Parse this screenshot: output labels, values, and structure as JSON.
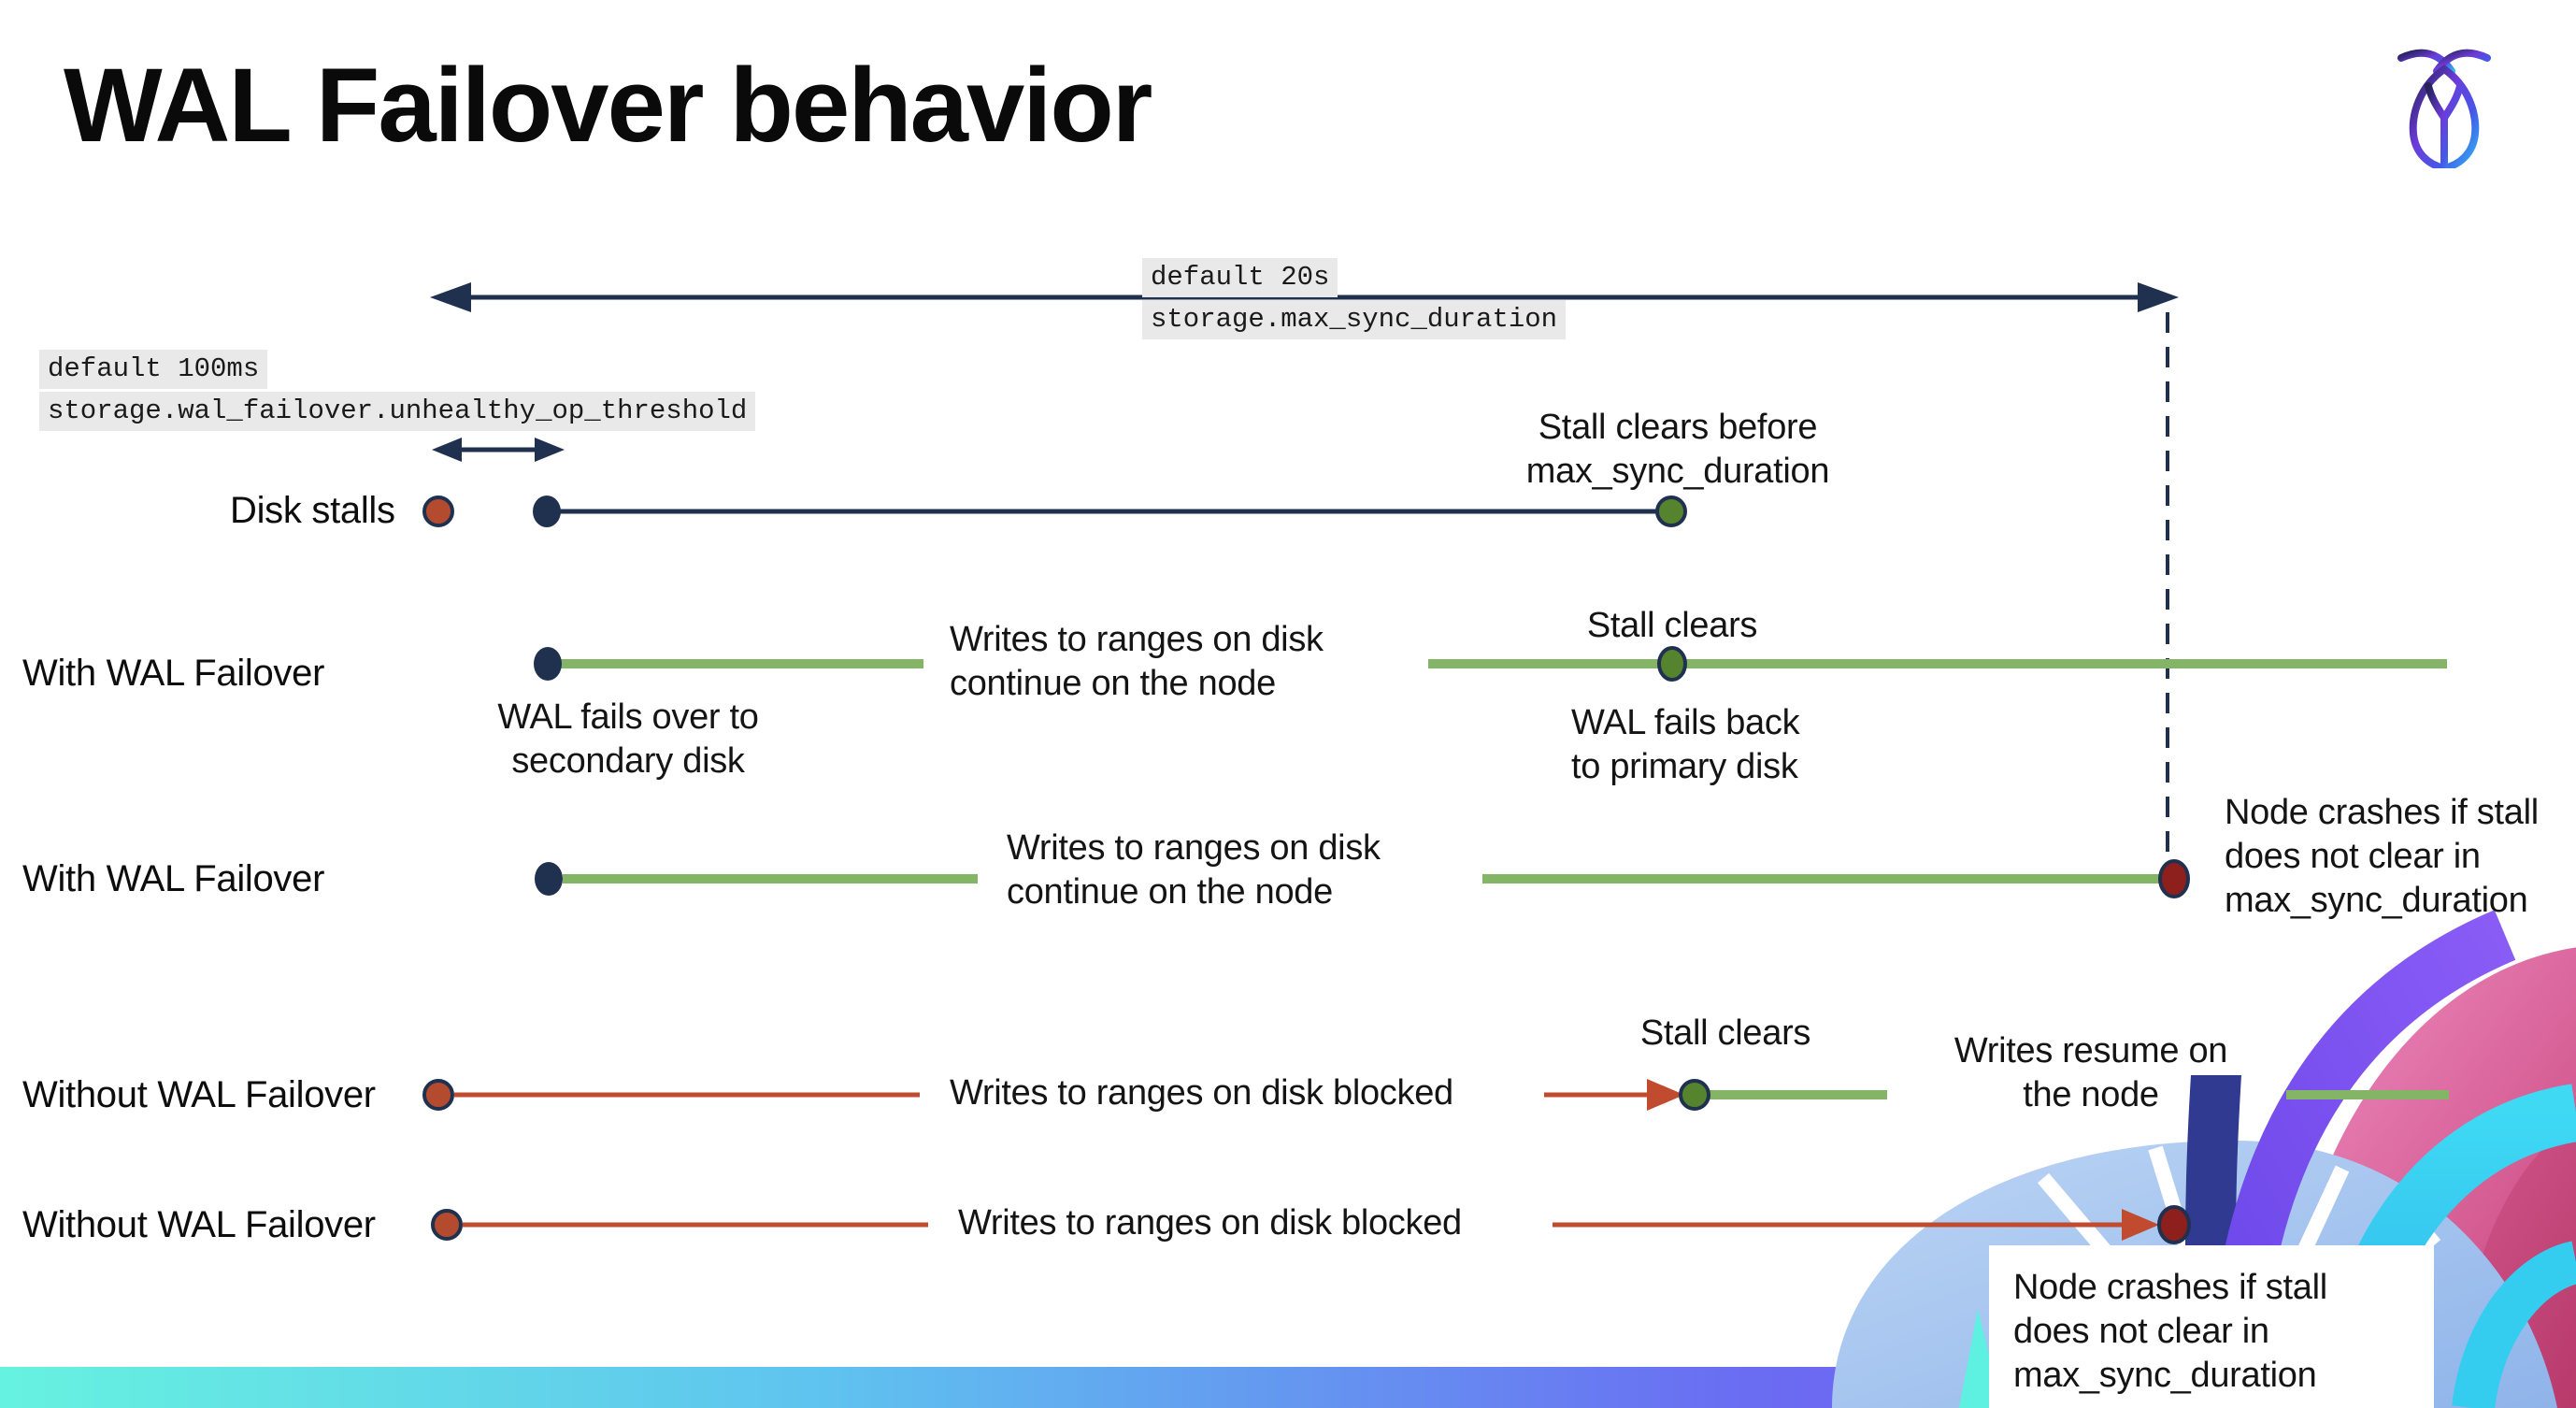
{
  "title": "WAL Failover behavior",
  "icons": {
    "logo": "cockroachdb-logo",
    "top_span_arrow": "double-arrow",
    "threshold_arrow": "double-arrow",
    "crash_link": "dashed-drop-line"
  },
  "durations": {
    "max_sync": {
      "default_label": "default 20s",
      "setting": "storage.max_sync_duration"
    },
    "unhealthy_op": {
      "default_label": "default 100ms",
      "setting": "storage.wal_failover.unhealthy_op_threshold"
    }
  },
  "rows": [
    {
      "label": "Disk stalls",
      "stall_note": [
        "Stall clears before",
        "max_sync_duration"
      ]
    },
    {
      "label": "With WAL Failover",
      "failover_note": [
        "WAL fails over to",
        "secondary disk"
      ],
      "writes_note": [
        "Writes to ranges on disk",
        "continue on the node"
      ],
      "stall_note": "Stall clears",
      "failback_note": [
        "WAL fails  back",
        "to primary disk"
      ]
    },
    {
      "label": "With WAL Failover",
      "writes_note": [
        "Writes to ranges on disk",
        "continue on the node"
      ],
      "crash_note": [
        "Node crashes if stall",
        "does not clear in",
        "max_sync_duration"
      ]
    },
    {
      "label": "Without WAL Failover",
      "blocked_note": "Writes to ranges on disk  blocked",
      "stall_note": "Stall clears",
      "resume_note": [
        "Writes resume on",
        "the node"
      ]
    },
    {
      "label": "Without WAL Failover",
      "blocked_note": "Writes to ranges on disk  blocked",
      "crash_note": [
        "Node crashes if stall",
        "does not clear in",
        "max_sync_duration"
      ]
    }
  ],
  "colors": {
    "navy": "#203150",
    "green_line": "#84b466",
    "green_dot": "#55832e",
    "red_line": "#c04b2e",
    "red_dot": "#b44b2f",
    "crash_dot": "#8d201c",
    "label_bg": "#e9e9e9",
    "footer_gradient": [
      "#66f2e0",
      "#5fc3ef",
      "#6a6cf2",
      "#8155ef"
    ]
  }
}
